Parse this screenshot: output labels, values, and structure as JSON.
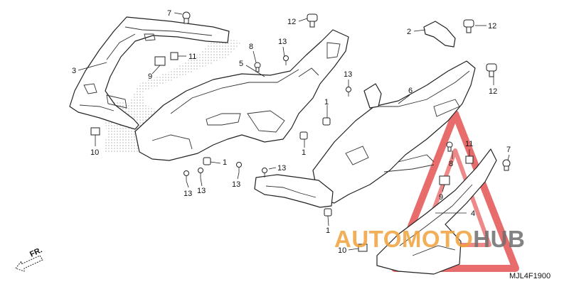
{
  "diagram": {
    "code": "MJL4F1900",
    "front_indicator": "FR.",
    "callouts": [
      {
        "id": "c7a",
        "label": "7"
      },
      {
        "id": "c12a",
        "label": "12"
      },
      {
        "id": "c2",
        "label": "2"
      },
      {
        "id": "c12b",
        "label": "12"
      },
      {
        "id": "c3",
        "label": "3"
      },
      {
        "id": "c11a",
        "label": "11"
      },
      {
        "id": "c9a",
        "label": "9"
      },
      {
        "id": "c8a",
        "label": "8"
      },
      {
        "id": "c13a",
        "label": "13"
      },
      {
        "id": "c5",
        "label": "5"
      },
      {
        "id": "c13b",
        "label": "13"
      },
      {
        "id": "c12c",
        "label": "12"
      },
      {
        "id": "c6",
        "label": "6"
      },
      {
        "id": "c1a",
        "label": "1"
      },
      {
        "id": "c10a",
        "label": "10"
      },
      {
        "id": "c1b",
        "label": "1"
      },
      {
        "id": "c1c",
        "label": "1"
      },
      {
        "id": "c13c",
        "label": "13"
      },
      {
        "id": "c13d",
        "label": "13"
      },
      {
        "id": "c13e",
        "label": "13"
      },
      {
        "id": "c13f",
        "label": "13"
      },
      {
        "id": "c8b",
        "label": "8"
      },
      {
        "id": "c11b",
        "label": "11"
      },
      {
        "id": "c7b",
        "label": "7"
      },
      {
        "id": "c9b",
        "label": "9"
      },
      {
        "id": "c4",
        "label": "4"
      },
      {
        "id": "c1d",
        "label": "1"
      },
      {
        "id": "c10b",
        "label": "10"
      }
    ]
  },
  "watermark": {
    "brand_part1": "AUTO",
    "brand_part2": "MOTO",
    "brand_part3": "HUB",
    "color_orange": "#f2a23a",
    "color_gray": "#6e6e6e",
    "color_red": "#e23b3b"
  }
}
